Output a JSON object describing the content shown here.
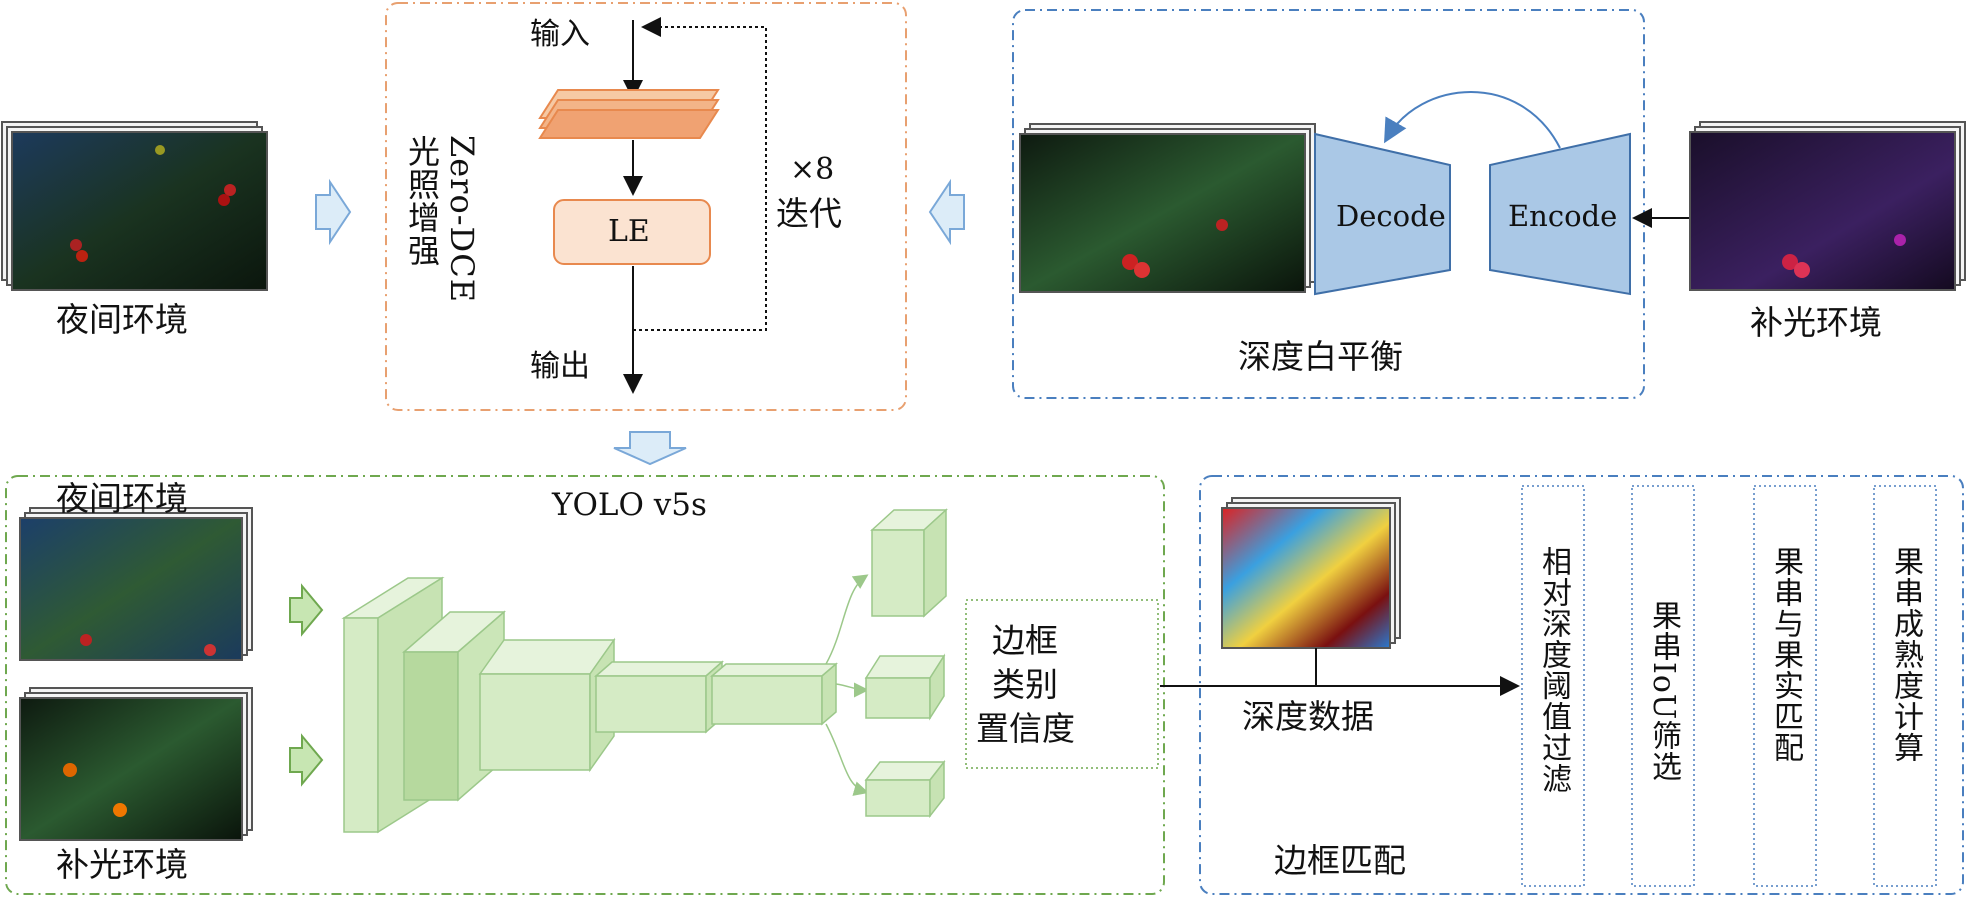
{
  "env": {
    "night": "夜间环境",
    "fill_light": "补光环境"
  },
  "enhance": {
    "title": "Zero-DCE",
    "subtitle": "光照增强",
    "input": "输入",
    "output": "输出",
    "le": "LE",
    "iter_count": "×8",
    "iter_label": "迭代"
  },
  "white_balance": {
    "title": "深度白平衡",
    "decode": "Decode",
    "encode": "Encode"
  },
  "yolo": {
    "title": "YOLO v5s",
    "night": "夜间环境",
    "fill_light": "补光环境",
    "outputs": [
      "边框",
      "类别",
      "置信度"
    ]
  },
  "matching": {
    "title": "边框匹配",
    "depth": "深度数据",
    "steps": [
      "相对深度阈值过滤",
      "果串IoU筛选",
      "果串与果实匹配",
      "果串成熟度计算"
    ]
  },
  "colors": {
    "orange": "#e8a070",
    "blue": "#4a7fbf",
    "green": "#6fa84f",
    "arrow_fill": "#dcecf8",
    "arrow_stroke": "#7aa8d8"
  }
}
